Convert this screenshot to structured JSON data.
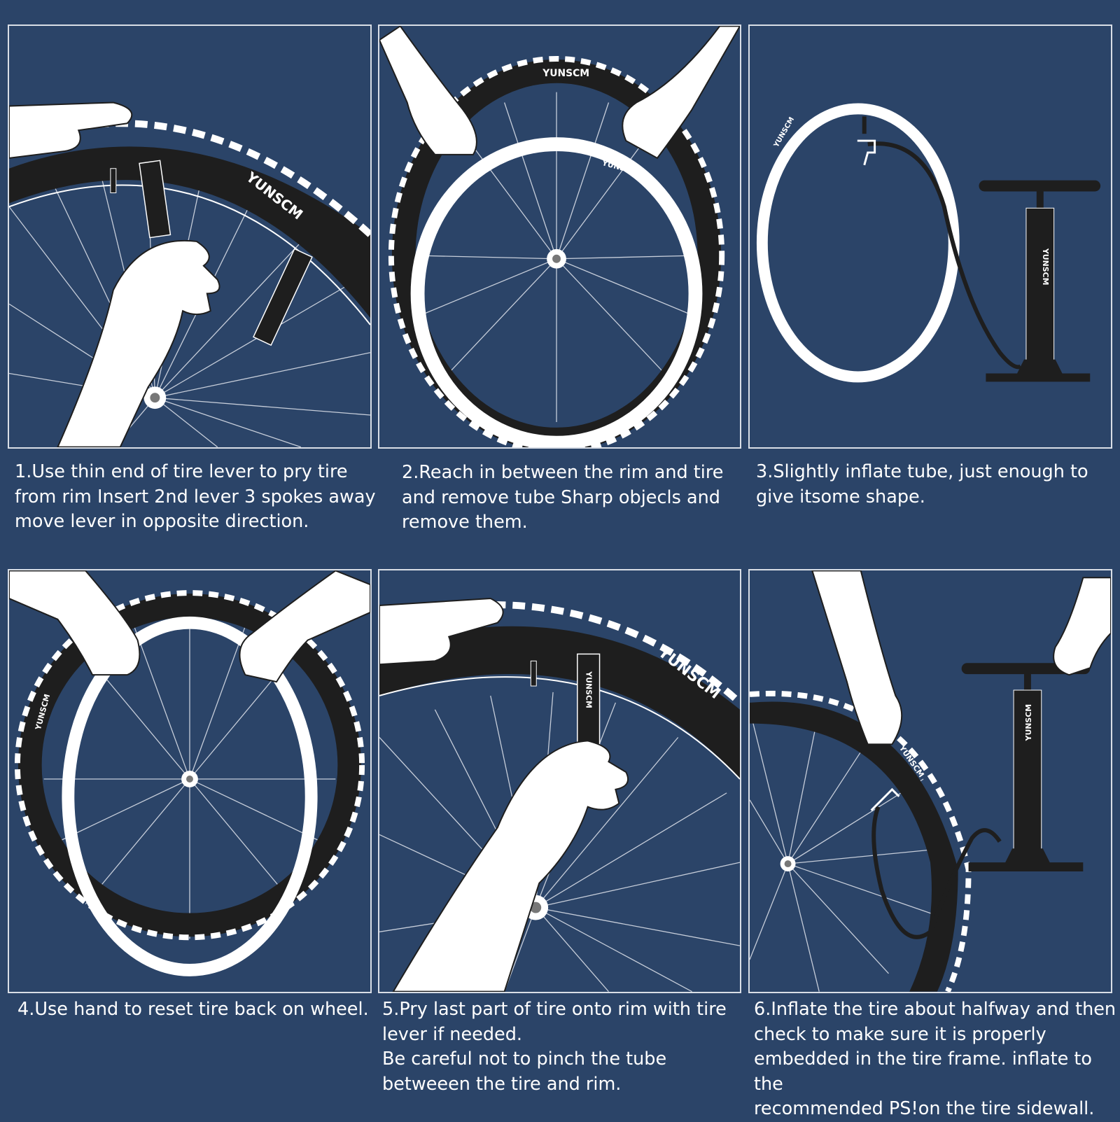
{
  "brand": "YUNSCM",
  "colors": {
    "background": "#2b4468",
    "tire": "#1e1e1e",
    "line": "#ffffff"
  },
  "steps": [
    {
      "caption": "1.Use thin end of tire lever to pry tire\nfrom rim Insert 2nd lever 3 spokes away\nmove lever in opposite direction."
    },
    {
      "caption": "2.Reach in between the rim and tire\nand remove tube Sharp objecls and\nremove them."
    },
    {
      "caption": "3.Slightly inflate tube, just enough to\ngive itsome shape."
    },
    {
      "caption": "4.Use hand to reset tire back on wheel."
    },
    {
      "caption": "5.Pry last part of tire onto rim with tire\nlever if needed.\nBe careful not to pinch the tube\nbetweeen the tire and rim."
    },
    {
      "caption": "6.Inflate the tire about halfway and then\ncheck to make sure it is properly\nembedded in the tire frame. inflate to the\nrecommended PS!on the tire sidewall."
    }
  ]
}
